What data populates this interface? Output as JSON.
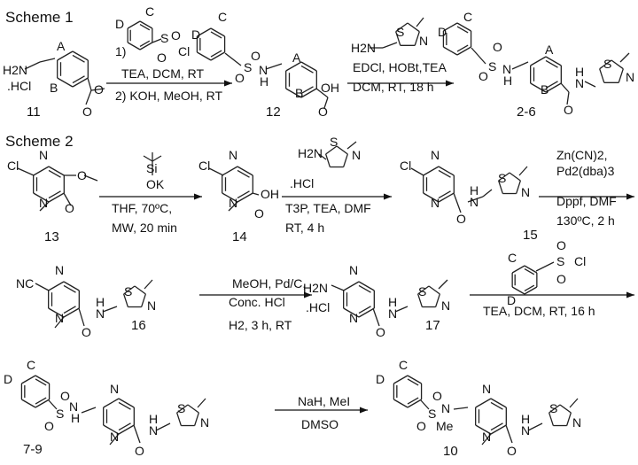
{
  "scheme1": {
    "title": "Scheme 1",
    "compounds": {
      "c11": "11",
      "c12": "12",
      "c2_6": "2-6"
    },
    "step1": {
      "num": "1)",
      "line1": "TEA, DCM, RT",
      "line2": "2) KOH, MeOH, RT"
    },
    "step2": {
      "line1": "EDCl, HOBt,TEA",
      "line2": "DCM, RT, 18 h"
    },
    "atoms": {
      "A": "A",
      "B": "B",
      "C": "C",
      "D": "D",
      "H2N": "H2N",
      "HCl": ".HCl",
      "O": "O",
      "S": "S",
      "Cl": "Cl",
      "N": "N",
      "H": "H",
      "OH": "OH"
    }
  },
  "scheme2": {
    "title": "Scheme 2",
    "compounds": {
      "c13": "13",
      "c14": "14",
      "c15": "15",
      "c16": "16",
      "c17": "17",
      "c7_9": "7-9",
      "c10": "10"
    },
    "step1": {
      "reagent_si": "Si",
      "reagent_ok": "OK",
      "line1": "THF, 70ºC,",
      "line2": "MW, 20 min"
    },
    "step2": {
      "salt": ".HCl",
      "line1": "T3P, TEA, DMF",
      "line2": "RT, 4 h"
    },
    "step3": {
      "line1": "Zn(CN)2,",
      "line2": "Pd2(dba)3",
      "line3": "Dppf,  DMF",
      "line4": "130ºC, 2 h"
    },
    "step4": {
      "line1": "MeOH, Pd/C,",
      "line2": "Conc. HCl",
      "line3": "H2, 3 h, RT"
    },
    "step5": {
      "line1": "TEA, DCM, RT, 16 h"
    },
    "step6": {
      "line1": "NaH, MeI",
      "line2": "DMSO"
    },
    "atoms": {
      "NC": "NC",
      "Me": "Me"
    }
  }
}
